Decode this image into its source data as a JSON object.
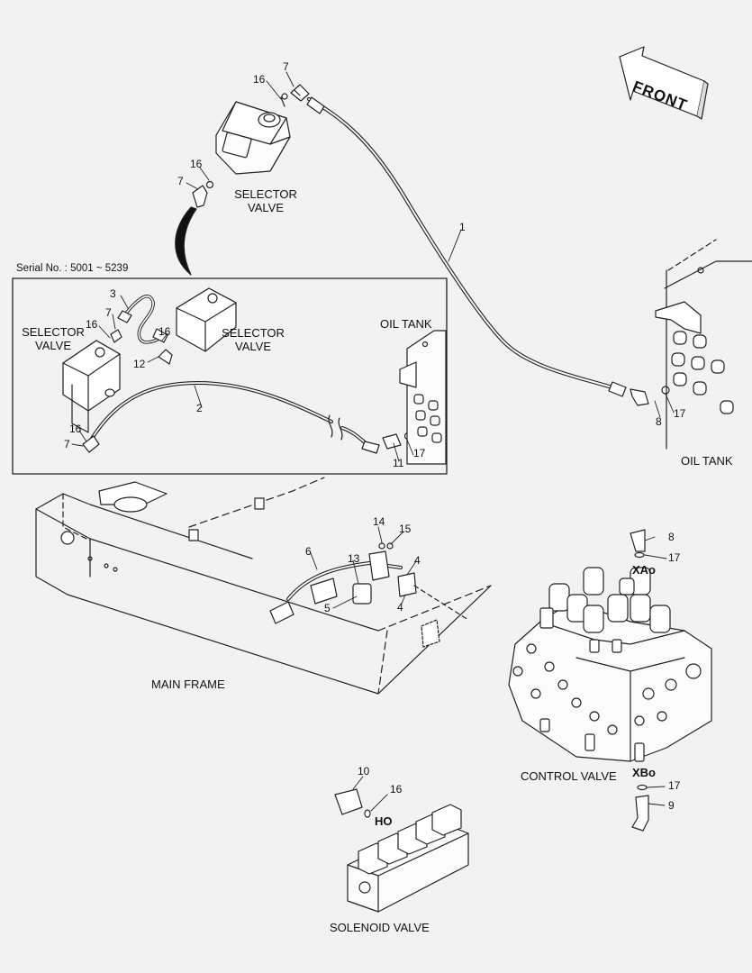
{
  "serial_note": "Serial No. : 5001 ~ 5239",
  "direction_label": "FRONT",
  "components": {
    "selector_valve_top": [
      "SELECTOR",
      "VALVE"
    ],
    "selector_valve_inset_left": [
      "SELECTOR",
      "VALVE"
    ],
    "selector_valve_inset_right": [
      "SELECTOR",
      "VALVE"
    ],
    "oil_tank_inset": "OIL TANK",
    "oil_tank_main": "OIL TANK",
    "main_frame": "MAIN FRAME",
    "control_valve": "CONTROL VALVE",
    "solenoid_valve": "SOLENOID VALVE"
  },
  "ports": {
    "xa": "XAo",
    "xb": "XBo",
    "ho": "HO"
  },
  "callouts": {
    "top_7": "7",
    "top_16": "16",
    "sv_16": "16",
    "sv_7": "7",
    "hose_1": "1",
    "tank_8": "8",
    "tank_17": "17",
    "in_3": "3",
    "in_7": "7",
    "in_16": "16",
    "in_16b": "16",
    "in_12": "12",
    "in_2": "2",
    "in_16c": "16",
    "in_7c": "7",
    "in_11": "11",
    "in_17": "17",
    "fr_14": "14",
    "fr_15": "15",
    "fr_6": "6",
    "fr_13": "13",
    "fr_4a": "4",
    "fr_5": "5",
    "fr_4b": "4",
    "cv_8": "8",
    "cv_17": "17",
    "cv_17b": "17",
    "cv_9": "9",
    "sol_10": "10",
    "sol_16": "16"
  }
}
